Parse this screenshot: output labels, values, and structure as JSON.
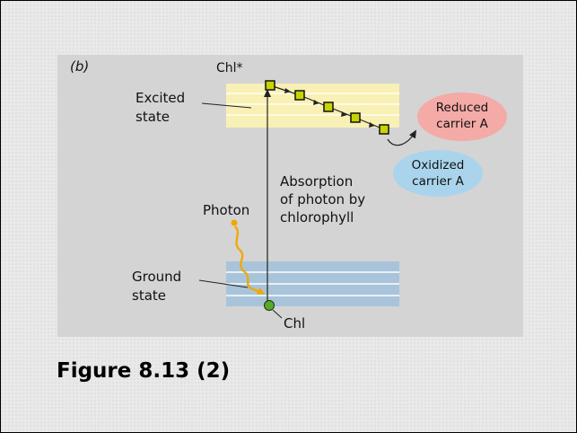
{
  "panel_label": "(b)",
  "labels": {
    "chl_star": "Chl*",
    "excited_1": "Excited",
    "excited_2": "state",
    "ground_1": "Ground",
    "ground_2": "state",
    "photon": "Photon",
    "absorption_1": "Absorption",
    "absorption_2": "of photon by",
    "absorption_3": "chlorophyll",
    "chl": "Chl",
    "reduced_1": "Reduced",
    "reduced_2": "carrier A",
    "oxidized_1": "Oxidized",
    "oxidized_2": "carrier A"
  },
  "caption": "Figure 8.13 (2)",
  "colors": {
    "panel": "#d4d4d4",
    "excited_band": "#f8f0b4",
    "ground_band": "#a9c4da",
    "reduced_fill": "#f4aaa6",
    "oxidized_fill": "#a9d4ec",
    "photon": "#f0a800",
    "electron": "#c8d400",
    "chl_dot": "#5aaa2a"
  }
}
